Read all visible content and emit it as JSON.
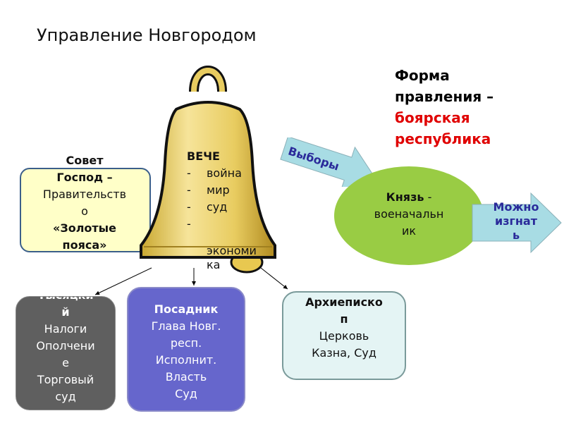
{
  "title": "Управление Новгородом",
  "form": {
    "line1": "Форма",
    "line2": "правления –",
    "line3": "боярская",
    "line4": "республика"
  },
  "council": {
    "l1": "Совет",
    "l2": "Господ –",
    "l3": "Правительств",
    "l4": "о",
    "l5": "«Золотые",
    "l6": "пояса»"
  },
  "veche": {
    "title": "ВЕЧЕ",
    "items": [
      "война",
      "мир",
      "суд",
      ""
    ],
    "cont1": "экономи",
    "cont2": "ка",
    "dash": "-"
  },
  "elections": "Выборы",
  "prince": {
    "bold": "Князь",
    "rest": " -",
    "l2": "военачальн",
    "l3": "ик"
  },
  "expel": {
    "l1": "Можно",
    "l2": "изгнат",
    "l3": "ь"
  },
  "tysyatsky": {
    "l1": "Тысяцки",
    "l2": "й",
    "lines": [
      "Налоги",
      "Ополчени",
      "е",
      "Торговый",
      "суд"
    ]
  },
  "posadnik": {
    "title": "Посадник",
    "lines": [
      "Глава Новг.",
      "респ.",
      "Исполнит.",
      "Власть",
      "Суд"
    ]
  },
  "archbishop": {
    "l1": "Архиеписко",
    "l2": "п",
    "lines": [
      "Церковь",
      "Казна, Суд"
    ]
  },
  "colors": {
    "red": "#e00000",
    "green": "#99cc44",
    "purple": "#6666cc",
    "gray": "#5f5f5f"
  }
}
